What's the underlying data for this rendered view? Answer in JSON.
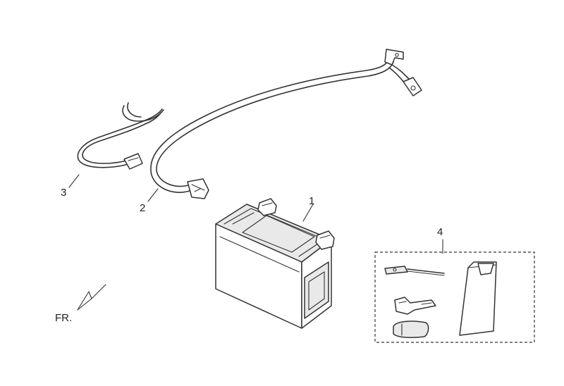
{
  "callouts": [
    {
      "id": "1",
      "text": "1"
    },
    {
      "id": "2",
      "text": "2"
    },
    {
      "id": "3",
      "text": "3"
    },
    {
      "id": "4",
      "text": "4"
    }
  ],
  "front_marker": {
    "text": "FR."
  },
  "colors": {
    "ink": "#333333",
    "background": "#ffffff",
    "shade": "#e9e9e9"
  }
}
